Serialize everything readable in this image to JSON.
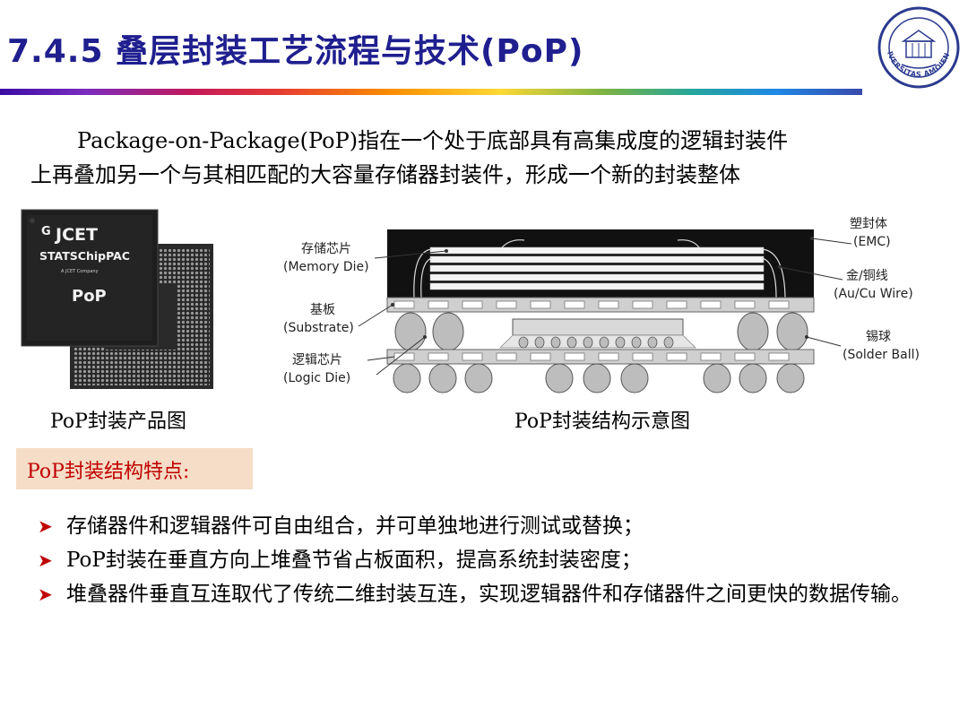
{
  "header": {
    "title": "7.4.5 叠层封装工艺流程与技术(PoP)",
    "university_logo_text": "UNIVERSITAS AMOIENSIS",
    "accent_color": "#1f1f8f"
  },
  "intro": {
    "line1": "Package-on-Package(PoP)指在一个处于底部具有高集成度的逻辑封装件",
    "line2": "上再叠加另一个与其相匹配的大容量存储器封装件，形成一个新的封装整体"
  },
  "product_image": {
    "brand_line1": "JCET",
    "brand_line2": "STATSChipPAC",
    "brand_sub": "A JCET Company",
    "product_text": "PoP",
    "caption": "PoP封装产品图"
  },
  "diagram": {
    "caption": "PoP封装结构示意图",
    "labels": {
      "memory_die_cn": "存储芯片",
      "memory_die_en": "(Memory Die)",
      "substrate_cn": "基板",
      "substrate_en": "(Substrate)",
      "logic_die_cn": "逻辑芯片",
      "logic_die_en": "(Logic Die)",
      "emc_cn": "塑封体",
      "emc_en": "(EMC)",
      "wire_cn": "金/铜线",
      "wire_en": "(Au/Cu Wire)",
      "ball_cn": "锡球",
      "ball_en": "(Solder Ball)"
    }
  },
  "features": {
    "heading": "PoP封装结构特点:",
    "heading_color": "#c00000",
    "bullets": [
      "存储器件和逻辑器件可自由组合，并可单独地进行测试或替换；",
      "PoP封装在垂直方向上堆叠节省占板面积，提高系统封装密度；",
      "堆叠器件垂直互连取代了传统二维封装互连，实现逻辑器件和存储器件之间更快的数据传输。"
    ]
  }
}
